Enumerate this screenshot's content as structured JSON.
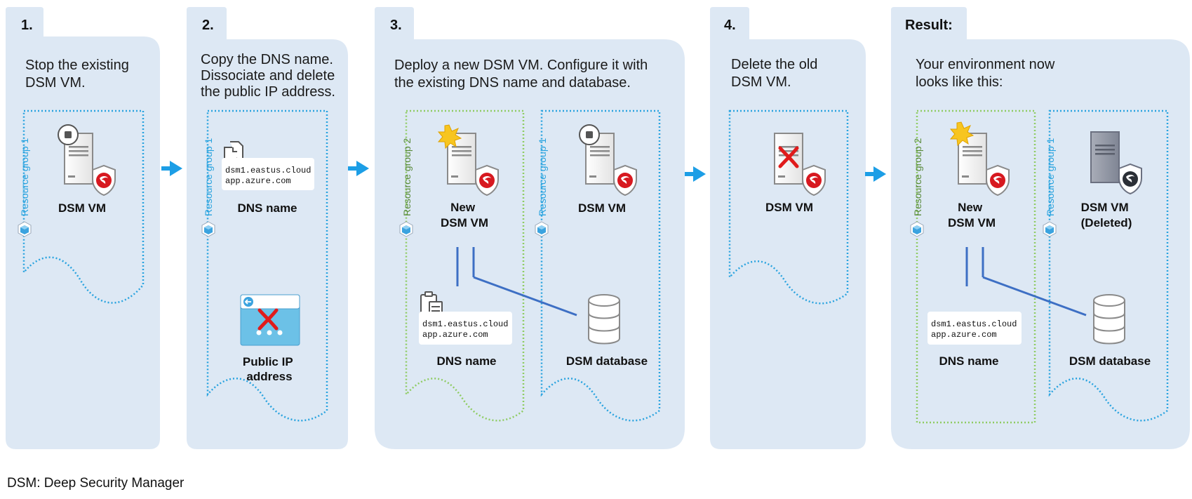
{
  "colors": {
    "panel": "#dde8f4",
    "rg1_border": "#29a3df",
    "rg2_border": "#8fcc63",
    "rg1_text": "#29a3df",
    "rg2_text": "#5a8a3c",
    "arrow": "#1c9ee6",
    "connector": "#3d6fc4",
    "delete_mark": "#e01b1b"
  },
  "steps": [
    {
      "number": "1.",
      "desc": [
        "Stop the existing",
        "DSM VM."
      ]
    },
    {
      "number": "2.",
      "desc": [
        "Copy the DNS name.",
        "Dissociate and delete",
        "the public IP address."
      ]
    },
    {
      "number": "3.",
      "desc": [
        "Deploy a new DSM VM. Configure it with",
        "the existing DNS name and database."
      ]
    },
    {
      "number": "4.",
      "desc": [
        "Delete the old",
        "DSM VM."
      ]
    },
    {
      "number": "Result:",
      "desc": [
        "Your environment now",
        "looks like this:"
      ]
    }
  ],
  "resource_groups": {
    "rg1": "Resource group 1",
    "rg2": "Resource group 2"
  },
  "labels": {
    "dsm_vm": "DSM VM",
    "new_line1": "New",
    "new_line2": "DSM VM",
    "deleted_line1": "DSM VM",
    "deleted_line2": "(Deleted)",
    "dns_name": "DNS name",
    "public_ip_line1": "Public IP",
    "public_ip_line2": "address",
    "dsm_database": "DSM database"
  },
  "dns_value": [
    "dsm1.eastus.cloud",
    "app.azure.com"
  ],
  "footnote": "DSM: Deep Security Manager",
  "icons": [
    "server-icon",
    "stop-icon",
    "shield-icon",
    "copy-icon",
    "clipboard-icon",
    "database-icon",
    "public-ip-icon",
    "delete-x-icon",
    "new-star-icon",
    "resource-group-icon",
    "arrow-right-icon"
  ]
}
